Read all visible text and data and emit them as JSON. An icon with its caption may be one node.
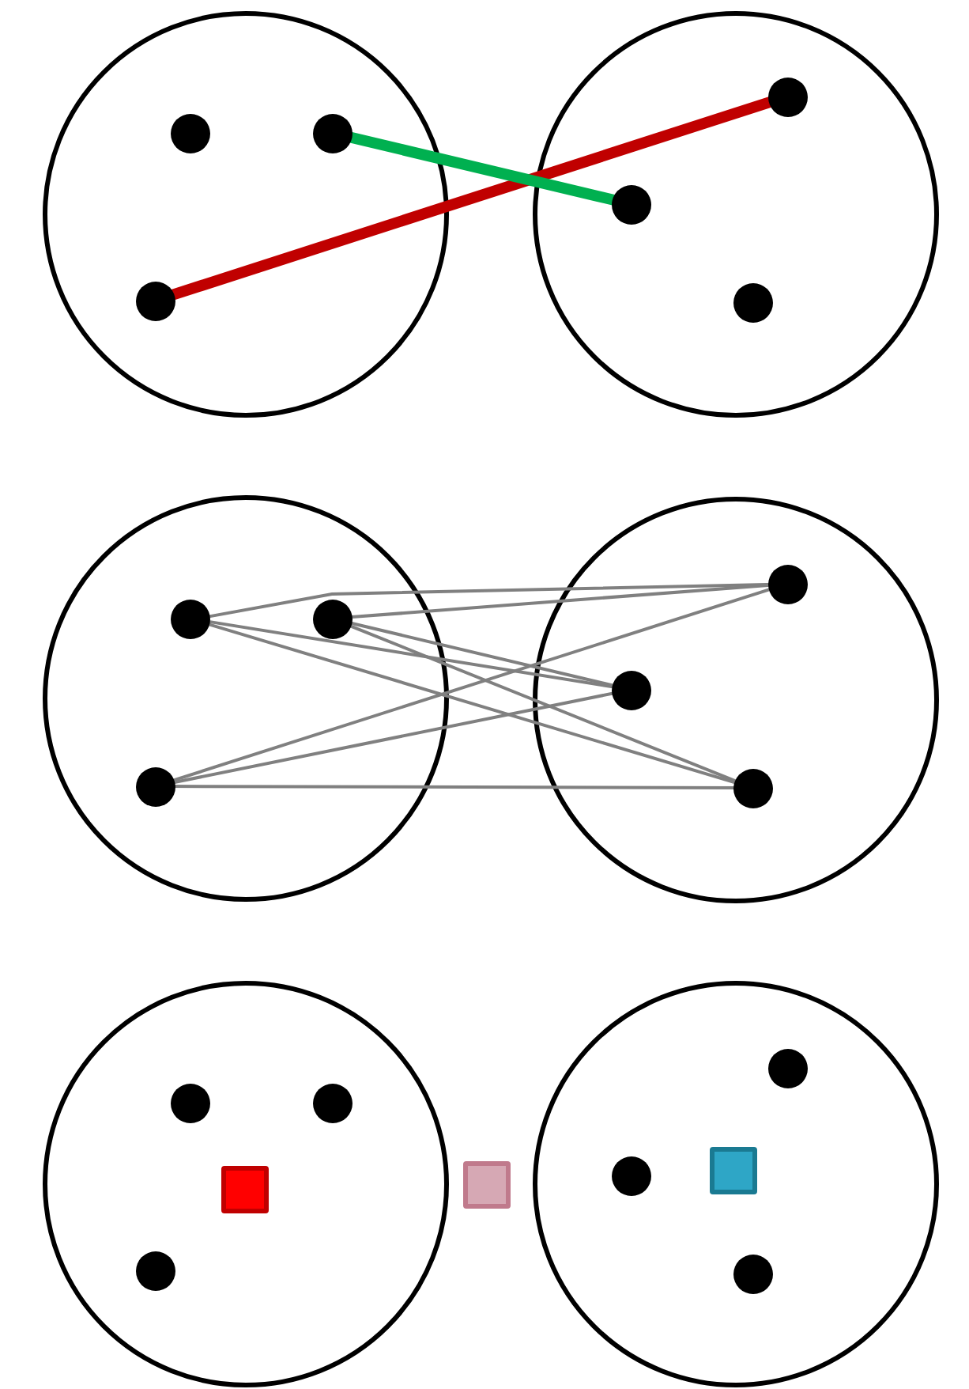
{
  "diagram": {
    "nodes": [
      {
        "text": [],
        "shape": "circle"
      },
      {
        "text": [],
        "shape": "circle",
        "in": 0
      },
      {
        "text": [],
        "shape": "circle",
        "in": 0
      },
      {
        "text": [],
        "shape": "circle",
        "in": 0
      },
      {
        "text": [],
        "shape": "circle"
      },
      {
        "text": [],
        "shape": "circle",
        "in": 4
      },
      {
        "text": [],
        "shape": "circle",
        "in": 4
      },
      {
        "text": [],
        "shape": "circle",
        "in": 4
      },
      {
        "text": [],
        "shape": "circle"
      },
      {
        "text": [],
        "shape": "circle",
        "in": 8
      },
      {
        "text": [],
        "shape": "circle",
        "in": 8
      },
      {
        "text": [],
        "shape": "circle",
        "in": 8
      },
      {
        "text": [],
        "shape": "circle"
      },
      {
        "text": [],
        "shape": "circle",
        "in": 12
      },
      {
        "text": [],
        "shape": "circle",
        "in": 12
      },
      {
        "text": [],
        "shape": "circle",
        "in": 12
      },
      {
        "text": [],
        "shape": "circle"
      },
      {
        "text": [],
        "shape": "circle",
        "in": 16
      },
      {
        "text": [],
        "shape": "circle",
        "in": 16
      },
      {
        "text": [],
        "shape": "box",
        "in": 16
      },
      {
        "text": [],
        "shape": "circle",
        "in": 16
      },
      {
        "text": [],
        "shape": "box"
      },
      {
        "text": [],
        "shape": "circle"
      },
      {
        "text": [],
        "shape": "circle",
        "in": 22
      },
      {
        "text": [],
        "shape": "circle",
        "in": 22
      },
      {
        "text": [],
        "shape": "box",
        "in": 22
      },
      {
        "text": [],
        "shape": "circle",
        "in": 22
      }
    ],
    "edges": [
      {
        "from": 3,
        "to": 5,
        "arrow": "none",
        "style": "thick",
        "color": "#c00000"
      },
      {
        "from": 2,
        "to": 6,
        "arrow": "none",
        "style": "thick",
        "color": "#00b050"
      },
      {
        "from": 9,
        "to": 13,
        "arrow": "none"
      },
      {
        "from": 9,
        "to": 14,
        "arrow": "none"
      },
      {
        "from": 9,
        "to": 15,
        "arrow": "none"
      },
      {
        "from": 10,
        "to": 13,
        "arrow": "none"
      },
      {
        "from": 10,
        "to": 14,
        "arrow": "none"
      },
      {
        "from": 10,
        "to": 15,
        "arrow": "none"
      },
      {
        "from": 11,
        "to": 13,
        "arrow": "none"
      },
      {
        "from": 11,
        "to": 14,
        "arrow": "none"
      },
      {
        "from": 11,
        "to": 15,
        "arrow": "none"
      }
    ]
  }
}
